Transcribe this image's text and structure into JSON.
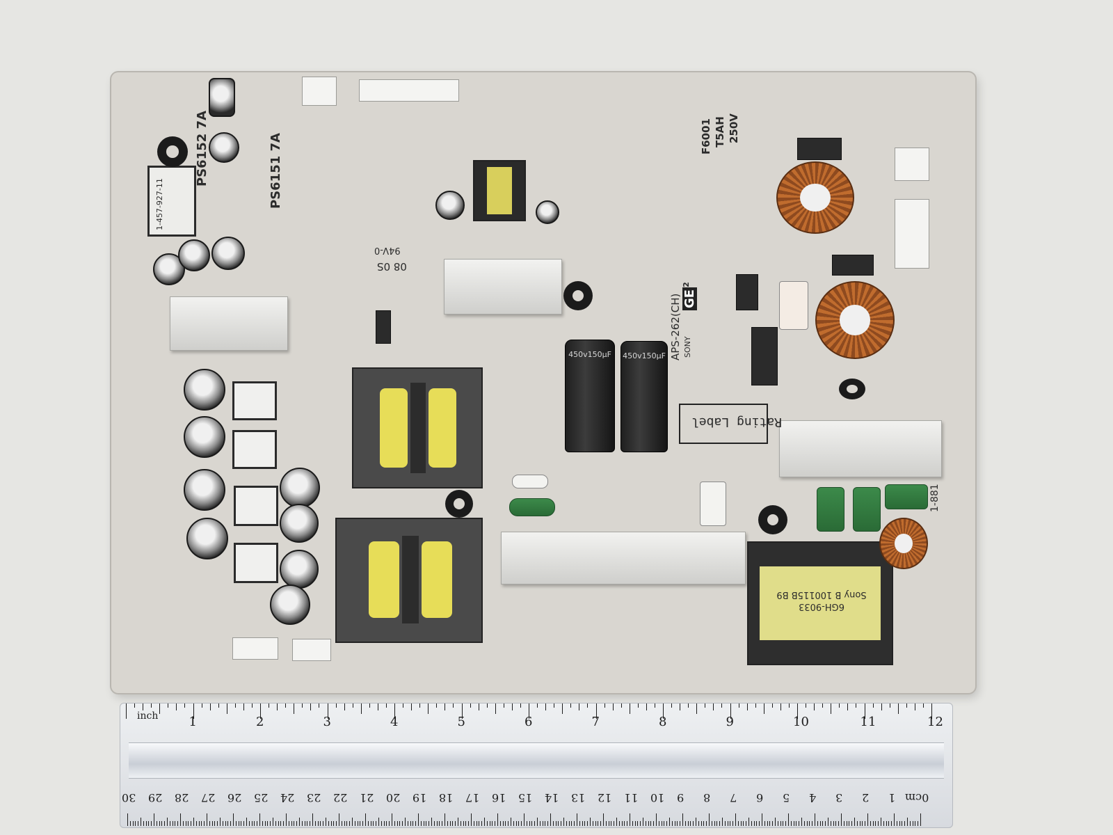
{
  "board": {
    "model": "APS-262(CH)",
    "mark": "GE",
    "mark_sup": "2",
    "brand": "SONY",
    "part_no": "1-881",
    "fuse": {
      "ref": "F6001",
      "rating": "T5AH",
      "voltage": "250V"
    },
    "ps_labels": [
      "PS6152 7A",
      "PS6151 7A"
    ],
    "rating_label": "Rating Label",
    "transformer_label": [
      "6GH-9033",
      "Sony B 100115B B9"
    ],
    "cap_label": "450v150µF",
    "flammability": "94V-0",
    "date_code": "08 0S",
    "small_transformer_label": "1-457-927-11"
  },
  "ruler": {
    "inch_label": "inch",
    "inch_numbers": [
      "1",
      "2",
      "3",
      "4",
      "5",
      "6",
      "7",
      "8",
      "9",
      "10",
      "11",
      "12"
    ],
    "cm_label": "0cm",
    "cm_numbers": [
      "1",
      "2",
      "3",
      "4",
      "5",
      "6",
      "7",
      "8",
      "9",
      "10",
      "11",
      "12",
      "13",
      "14",
      "15",
      "16",
      "17",
      "18",
      "19",
      "20",
      "21",
      "22",
      "23",
      "24",
      "25",
      "26",
      "27",
      "28",
      "29",
      "30"
    ]
  }
}
